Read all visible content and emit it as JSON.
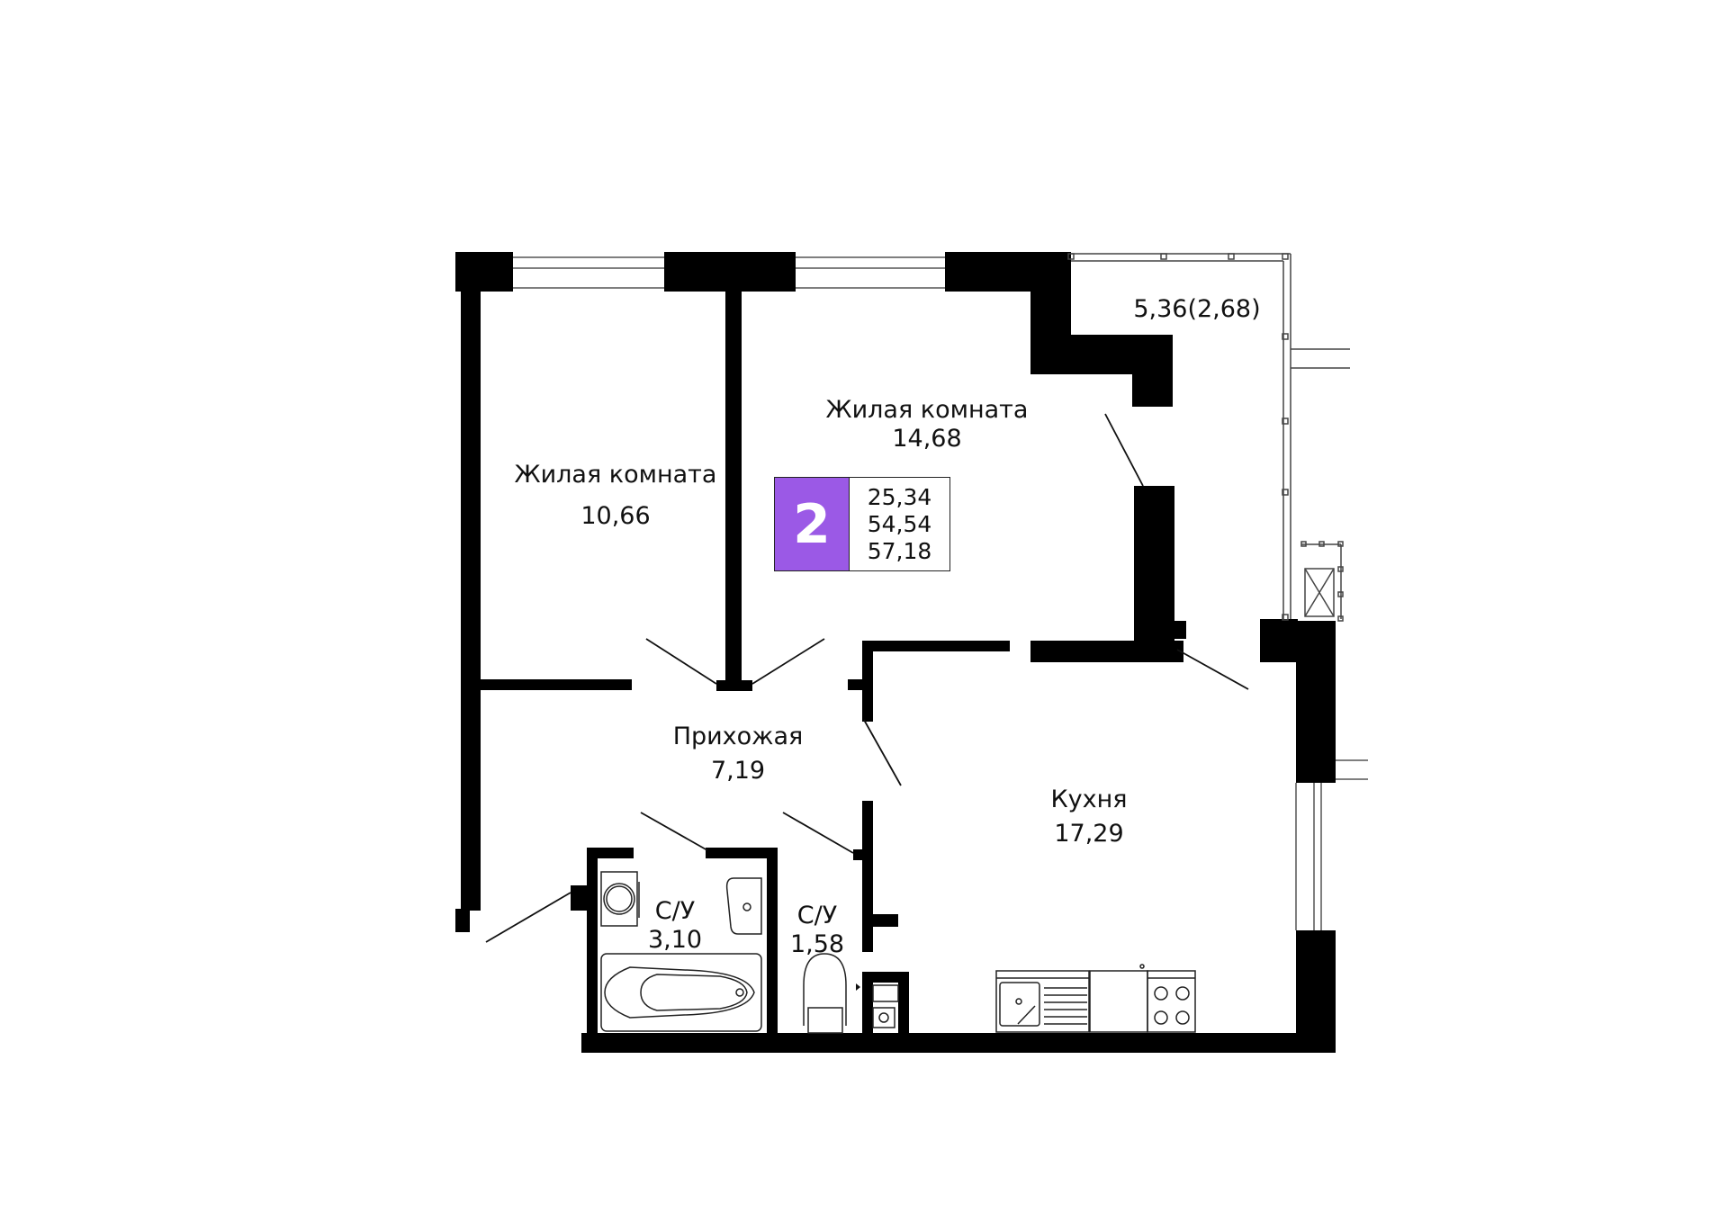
{
  "plan": {
    "type": "apartment-floor-plan",
    "rooms_count_badge": {
      "value": "2",
      "color": "#9b59e6",
      "areas": {
        "living": "25,34",
        "total": "54,54",
        "total_with_balcony": "57,18"
      }
    },
    "rooms": [
      {
        "id": "living-room-1",
        "name": "Жилая комната",
        "area": "10,66"
      },
      {
        "id": "living-room-2",
        "name": "Жилая комната",
        "area": "14,68"
      },
      {
        "id": "hallway",
        "name": "Прихожая",
        "area": "7,19"
      },
      {
        "id": "kitchen",
        "name": "Кухня",
        "area": "17,29"
      },
      {
        "id": "bathroom",
        "name": "С/У",
        "area": "3,10"
      },
      {
        "id": "toilet",
        "name": "С/У",
        "area": "1,58"
      },
      {
        "id": "balcony",
        "name": "",
        "area": "5,36(2,68)"
      }
    ],
    "colors": {
      "wall": "#000000",
      "line": "#222222",
      "window": "#555555",
      "background": "#ffffff"
    }
  }
}
